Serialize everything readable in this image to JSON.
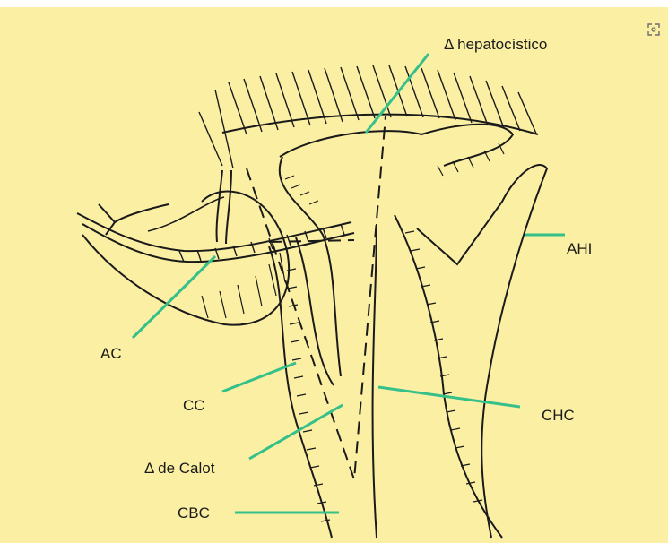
{
  "labels": {
    "hepatocistico": "Δ hepatocístico",
    "ahi": "AHI",
    "ac": "AC",
    "cc": "CC",
    "chc": "CHC",
    "calot": "Δ de Calot",
    "cbc": "CBC"
  },
  "colors": {
    "background": "#fbefa4",
    "leader_line": "#35c08a",
    "ink": "#1a1a1a"
  },
  "icons": {
    "zoom": "expand-icon"
  }
}
